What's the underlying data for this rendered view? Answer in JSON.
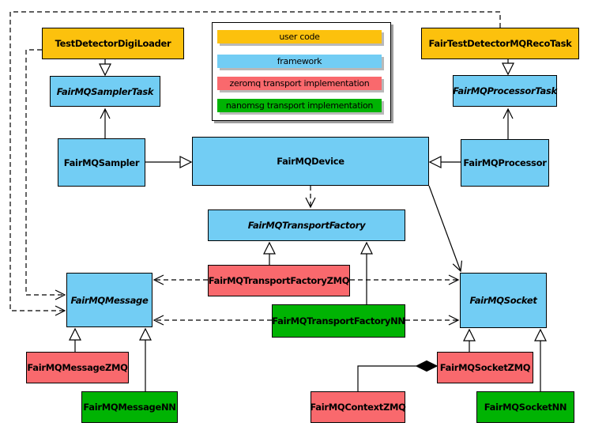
{
  "diagram": {
    "colors": {
      "user_code": "#FCC10D",
      "framework": "#72CDF4",
      "zeromq": "#F9696D",
      "nanomsg": "#00B303",
      "line": "#000000",
      "background": "#FFFFFF"
    },
    "legend": {
      "items": [
        {
          "label": "user code",
          "type": "user_code"
        },
        {
          "label": "framework",
          "type": "framework"
        },
        {
          "label": "zeromq transport implementation",
          "type": "zeromq"
        },
        {
          "label": "nanomsg transport implementation",
          "type": "nanomsg"
        }
      ]
    },
    "nodes": {
      "testDetectorDigiLoader": {
        "label": "TestDetectorDigiLoader",
        "type": "user_code",
        "abstract": false
      },
      "fairTestDetectorMQRecoTask": {
        "label": "FairTestDetectorMQRecoTask",
        "type": "user_code",
        "abstract": false
      },
      "fairMQSamplerTask": {
        "label": "FairMQSamplerTask",
        "type": "framework",
        "abstract": true
      },
      "fairMQProcessorTask": {
        "label": "FairMQProcessorTask",
        "type": "framework",
        "abstract": true
      },
      "fairMQSampler": {
        "label": "FairMQSampler",
        "type": "framework",
        "abstract": false
      },
      "fairMQDevice": {
        "label": "FairMQDevice",
        "type": "framework",
        "abstract": false
      },
      "fairMQProcessor": {
        "label": "FairMQProcessor",
        "type": "framework",
        "abstract": false
      },
      "fairMQTransportFactory": {
        "label": "FairMQTransportFactory",
        "type": "framework",
        "abstract": true
      },
      "fairMQTransportFactoryZMQ": {
        "label": "FairMQTransportFactoryZMQ",
        "type": "zeromq",
        "abstract": false
      },
      "fairMQTransportFactoryNN": {
        "label": "FairMQTransportFactoryNN",
        "type": "nanomsg",
        "abstract": false
      },
      "fairMQMessage": {
        "label": "FairMQMessage",
        "type": "framework",
        "abstract": true
      },
      "fairMQSocket": {
        "label": "FairMQSocket",
        "type": "framework",
        "abstract": true
      },
      "fairMQMessageZMQ": {
        "label": "FairMQMessageZMQ",
        "type": "zeromq",
        "abstract": false
      },
      "fairMQMessageNN": {
        "label": "FairMQMessageNN",
        "type": "nanomsg",
        "abstract": false
      },
      "fairMQSocketZMQ": {
        "label": "FairMQSocketZMQ",
        "type": "zeromq",
        "abstract": false
      },
      "fairMQSocketNN": {
        "label": "FairMQSocketNN",
        "type": "nanomsg",
        "abstract": false
      },
      "fairMQContextZMQ": {
        "label": "FairMQContextZMQ",
        "type": "zeromq",
        "abstract": false
      }
    },
    "edges": [
      {
        "from": "TestDetectorDigiLoader",
        "to": "FairMQSamplerTask",
        "kind": "inheritance-triangle"
      },
      {
        "from": "FairTestDetectorMQRecoTask",
        "to": "FairMQProcessorTask",
        "kind": "inheritance-triangle"
      },
      {
        "from": "FairMQSampler",
        "to": "FairMQSamplerTask",
        "kind": "open-arrow"
      },
      {
        "from": "FairMQProcessor",
        "to": "FairMQProcessorTask",
        "kind": "open-arrow"
      },
      {
        "from": "FairMQSampler",
        "to": "FairMQDevice",
        "kind": "inheritance-triangle"
      },
      {
        "from": "FairMQProcessor",
        "to": "FairMQDevice",
        "kind": "inheritance-triangle"
      },
      {
        "from": "FairMQDevice",
        "to": "FairMQTransportFactory",
        "kind": "dashed-open-arrow"
      },
      {
        "from": "FairMQDevice",
        "to": "FairMQSocket",
        "kind": "open-arrow"
      },
      {
        "from": "FairMQTransportFactoryZMQ",
        "to": "FairMQTransportFactory",
        "kind": "inheritance-triangle"
      },
      {
        "from": "FairMQTransportFactoryNN",
        "to": "FairMQTransportFactory",
        "kind": "inheritance-triangle"
      },
      {
        "from": "FairMQTransportFactoryZMQ",
        "to": "FairMQMessage",
        "kind": "dashed-open-arrow"
      },
      {
        "from": "FairMQTransportFactoryZMQ",
        "to": "FairMQSocket",
        "kind": "dashed-open-arrow"
      },
      {
        "from": "FairMQTransportFactoryNN",
        "to": "FairMQMessage",
        "kind": "dashed-open-arrow"
      },
      {
        "from": "FairMQTransportFactoryNN",
        "to": "FairMQSocket",
        "kind": "dashed-open-arrow"
      },
      {
        "from": "TestDetectorDigiLoader",
        "to": "FairMQMessage",
        "kind": "dashed-open-arrow"
      },
      {
        "from": "FairTestDetectorMQRecoTask",
        "to": "FairMQMessage",
        "kind": "dashed-open-arrow"
      },
      {
        "from": "FairMQMessageZMQ",
        "to": "FairMQMessage",
        "kind": "inheritance-triangle"
      },
      {
        "from": "FairMQMessageNN",
        "to": "FairMQMessage",
        "kind": "inheritance-triangle"
      },
      {
        "from": "FairMQSocketZMQ",
        "to": "FairMQSocket",
        "kind": "inheritance-triangle"
      },
      {
        "from": "FairMQSocketNN",
        "to": "FairMQSocket",
        "kind": "inheritance-triangle"
      },
      {
        "from": "FairMQContextZMQ",
        "to": "FairMQSocketZMQ",
        "kind": "composition-diamond"
      }
    ]
  }
}
